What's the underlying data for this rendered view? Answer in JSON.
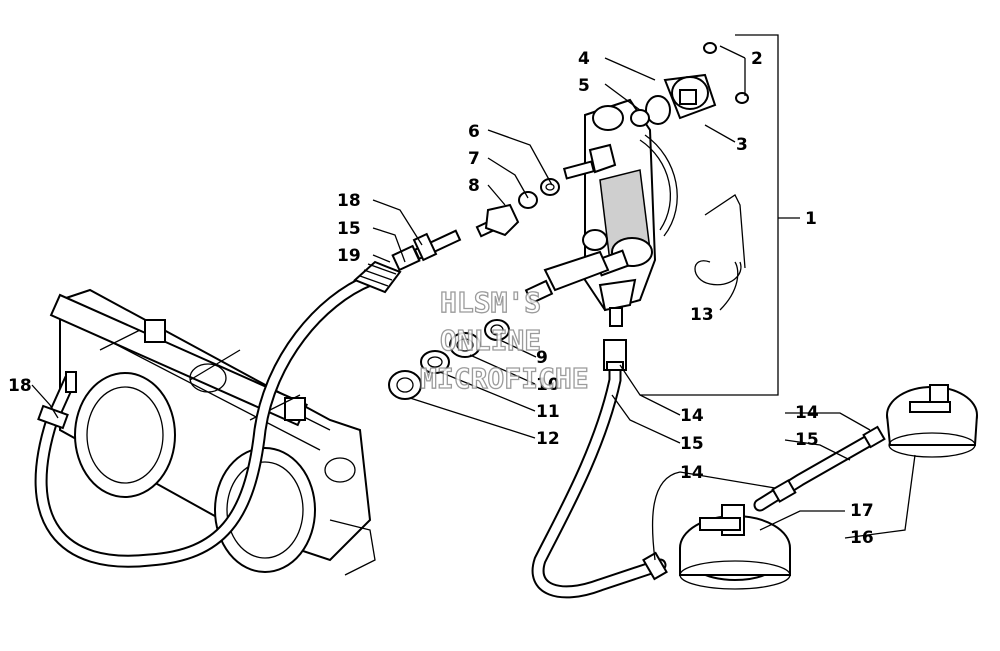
{
  "watermark": [
    "HLSM'S",
    "ONLINE",
    "MICROFICHE"
  ],
  "callouts": {
    "c1": "1",
    "c2": "2",
    "c3": "3",
    "c4": "4",
    "c5": "5",
    "c6": "6",
    "c7": "7",
    "c8": "8",
    "c9": "9",
    "c10": "10",
    "c11": "11",
    "c12": "12",
    "c13": "13",
    "c14a": "14",
    "c14b": "14",
    "c14c": "14",
    "c15a": "15",
    "c15b": "15",
    "c15c": "15",
    "c16": "16",
    "c17": "17",
    "c18a": "18",
    "c18b": "18",
    "c19": "19"
  }
}
